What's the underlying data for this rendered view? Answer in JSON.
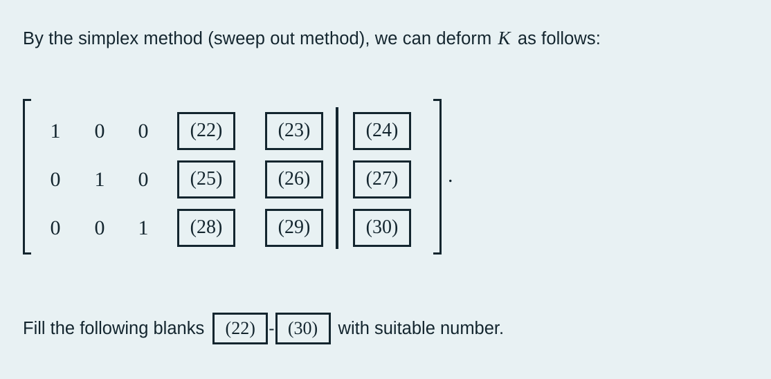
{
  "page": {
    "background_color": "#e8f1f3",
    "text_color": "#13252e"
  },
  "intro": {
    "text_before_variable": "By the simplex method (sweep out method), we can deform",
    "variable": "K",
    "text_after_variable": "as follows:"
  },
  "matrix": {
    "left_bracket": "[",
    "right_bracket": "]",
    "augment_divider": "|",
    "trailing_punctuation": ".",
    "rows": [
      {
        "digits": [
          "1",
          "0",
          "0"
        ],
        "blanks": [
          "(22)",
          "(23)",
          "(24)"
        ]
      },
      {
        "digits": [
          "0",
          "1",
          "0"
        ],
        "blanks": [
          "(25)",
          "(26)",
          "(27)"
        ]
      },
      {
        "digits": [
          "0",
          "0",
          "1"
        ],
        "blanks": [
          "(28)",
          "(29)",
          "(30)"
        ]
      }
    ]
  },
  "closing": {
    "lead_text": "Fill the following blanks",
    "range_start": "(22)",
    "range_dash": "-",
    "range_end": "(30)",
    "tail_text": "with suitable number."
  }
}
